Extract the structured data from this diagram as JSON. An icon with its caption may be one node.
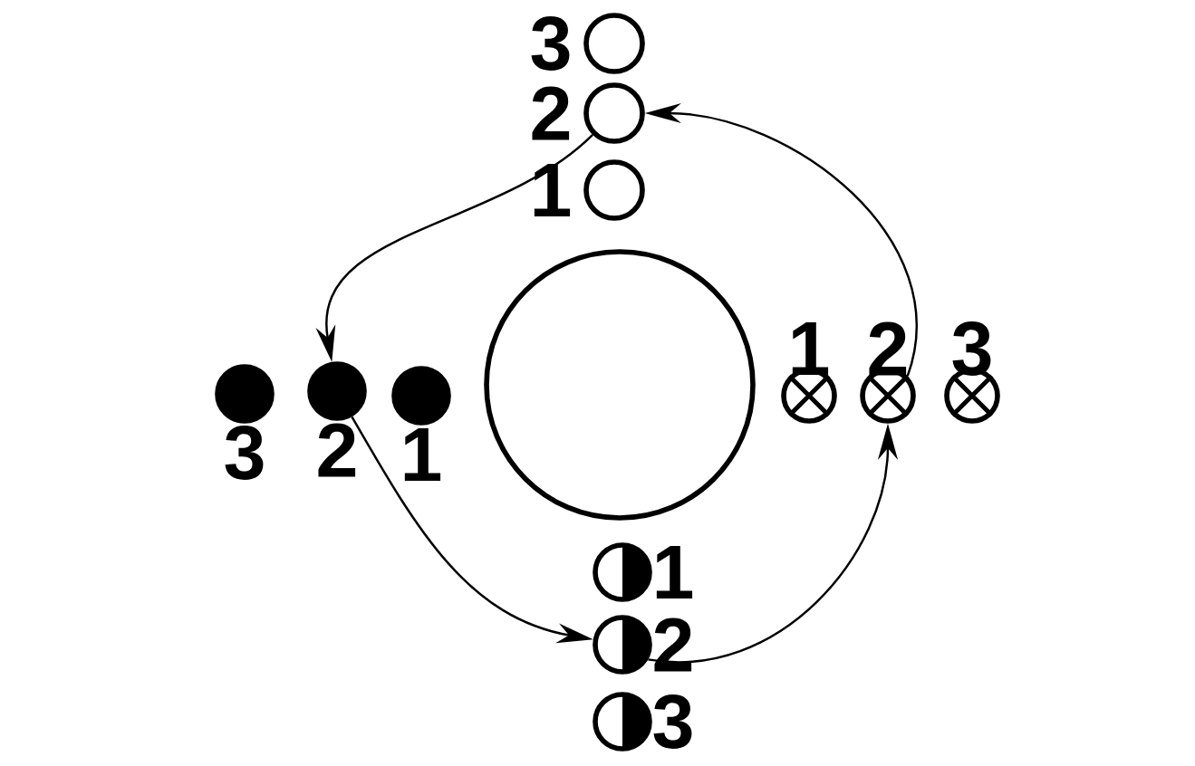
{
  "diagram": {
    "nodes": [
      {
        "text": [],
        "shape": "circle",
        "beside": [
          "3"
        ]
      },
      {
        "text": [],
        "shape": "circle",
        "beside": [
          "2"
        ]
      },
      {
        "text": [],
        "shape": "circle",
        "beside": [
          "1"
        ]
      },
      {
        "text": [],
        "shape": "circle",
        "beside": [
          "3"
        ]
      },
      {
        "text": [],
        "shape": "circle",
        "beside": [
          "2"
        ]
      },
      {
        "text": [],
        "shape": "circle",
        "beside": [
          "1"
        ]
      },
      {
        "text": [],
        "shape": "circle"
      },
      {
        "text": [],
        "shape": "circle",
        "beside": [
          "1"
        ]
      },
      {
        "text": [],
        "shape": "circle",
        "beside": [
          "2"
        ]
      },
      {
        "text": [],
        "shape": "circle",
        "beside": [
          "3"
        ]
      },
      {
        "text": [],
        "shape": "circle",
        "beside": [
          "1"
        ]
      },
      {
        "text": [],
        "shape": "circle",
        "beside": [
          "2"
        ]
      },
      {
        "text": [],
        "shape": "circle",
        "beside": [
          "3"
        ]
      }
    ],
    "edges": [
      {
        "from": 1,
        "to": 4,
        "arrow": "to"
      },
      {
        "from": 4,
        "to": 11,
        "arrow": "to"
      },
      {
        "from": 11,
        "to": 8,
        "arrow": "to"
      },
      {
        "from": 8,
        "to": 1,
        "arrow": "to"
      }
    ]
  }
}
